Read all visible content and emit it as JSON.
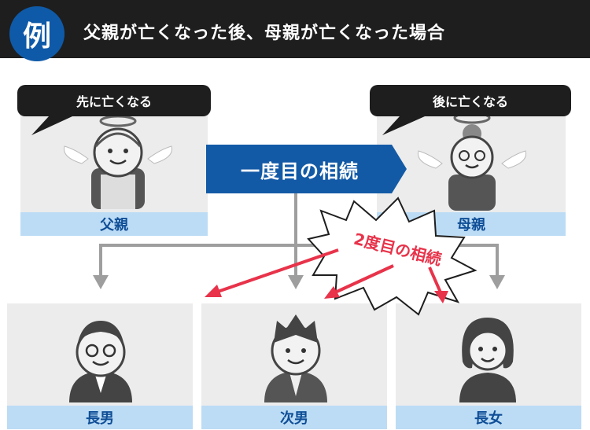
{
  "header": {
    "badge": "例",
    "title": "父親が亡くなった後、母親が亡くなった場合"
  },
  "parents": {
    "father": {
      "bubble": "先に亡くなる",
      "name": "父親"
    },
    "mother": {
      "bubble": "後に亡くなる",
      "name": "母親"
    }
  },
  "inheritance": {
    "first": "一度目の相続",
    "second": "2度目の相続"
  },
  "children": [
    {
      "name": "長男"
    },
    {
      "name": "次男"
    },
    {
      "name": "長女"
    }
  ],
  "colors": {
    "header_bg": "#1e1e1e",
    "badge": "#0f5aa8",
    "name_bar": "#bcdcf5",
    "name_text": "#0f4e97",
    "first_arrow": "#135aa6",
    "second_text": "#e8334a",
    "card_bg": "#ececec",
    "connector": "#9e9e9e"
  }
}
